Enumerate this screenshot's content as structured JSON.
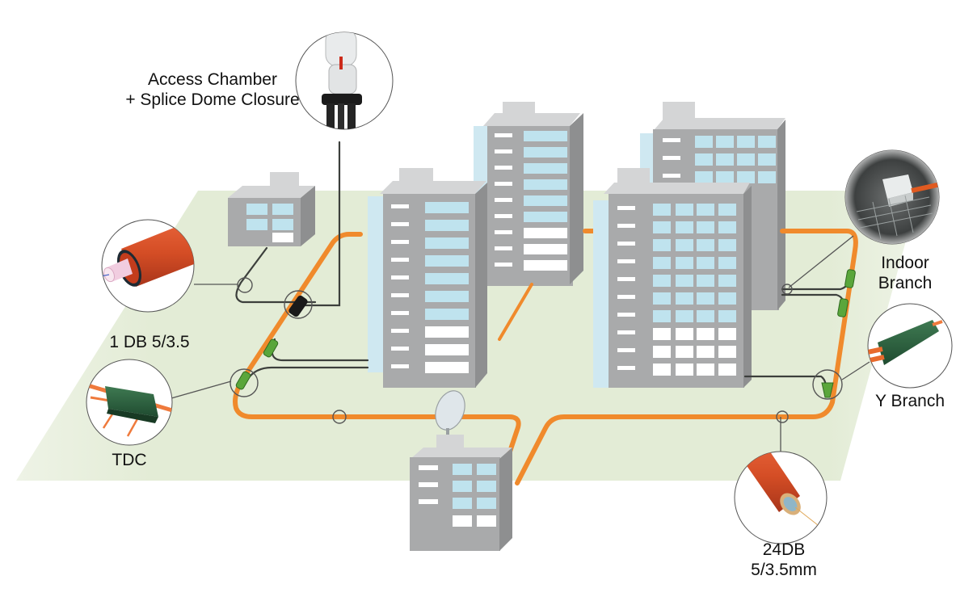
{
  "diagram": {
    "title": "Fiber network deployment diagram",
    "colors": {
      "ground": "#e3ecd6",
      "cable": "#f08a2c",
      "building": "#a9aaab",
      "window": "#bfe3ee",
      "splice": "#5aa63b"
    },
    "callouts": [
      {
        "id": "access-chamber",
        "lines": [
          "Access Chamber",
          "+ Splice Dome Closure"
        ],
        "image": "splice-dome-closure"
      },
      {
        "id": "1db",
        "lines": [
          "1 DB 5/3.5"
        ],
        "image": "single-duct-microduct"
      },
      {
        "id": "tdc",
        "lines": [
          "TDC"
        ],
        "image": "tdc-connector"
      },
      {
        "id": "indoor-branch",
        "lines": [
          "Indoor",
          "Branch"
        ],
        "image": "indoor-branch-box"
      },
      {
        "id": "y-branch",
        "lines": [
          "Y Branch"
        ],
        "image": "y-branch-connector"
      },
      {
        "id": "24db",
        "lines": [
          "24DB",
          "5/3.5mm"
        ],
        "image": "multi-duct-cable"
      }
    ]
  }
}
